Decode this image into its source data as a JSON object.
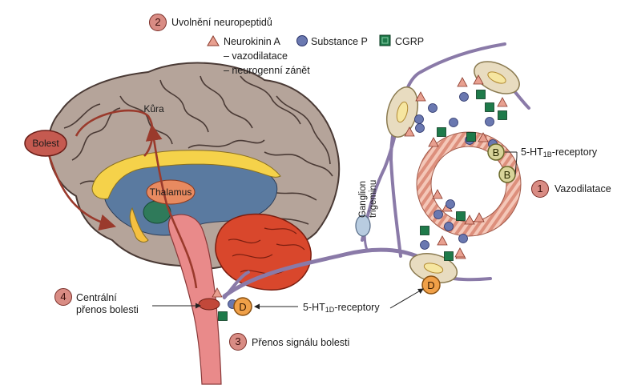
{
  "steps": {
    "step1": {
      "number": "1",
      "label": "Vazodilatace"
    },
    "step2": {
      "number": "2",
      "label": "Uvolnění neuropeptidů"
    },
    "step3": {
      "number": "3",
      "label": "Přenos signálu bolesti"
    },
    "step4": {
      "number": "4",
      "label_line1": "Centrální",
      "label_line2": "přenos bolesti"
    }
  },
  "legend": {
    "neurokinin": "Neurokinin A",
    "effect1": "– vazodilatace",
    "effect2": "– neurogenní zánět",
    "substance_p": "Substance P",
    "cgrp": "CGRP"
  },
  "brain": {
    "kura": "Kůra",
    "bolest": "Bolest",
    "thalamus": "Thalamus"
  },
  "ganglion": {
    "line1": "Ganglion",
    "line2": "trigeminu"
  },
  "receptors": {
    "b_prefix": "5-HT",
    "b_sub": "1B",
    "b_suffix": "-receptory",
    "d_prefix": "5-HT",
    "d_sub": "1D",
    "d_suffix": "-receptory",
    "b_letter": "B",
    "d_letter": "D"
  },
  "colors": {
    "cortex": "#b5a49a",
    "cortex_line": "#4a3a35",
    "cerebellum": "#d9472c",
    "nerve": "#8a7aa8",
    "vessel": "#e8a595",
    "neuron": "#e8dcc0",
    "thalamus": "#e88a60",
    "arrow": "#9a3a2c",
    "neurokinin": "#e8a090",
    "substance_p": "#6a78b0",
    "cgrp": "#1e7a4a"
  }
}
